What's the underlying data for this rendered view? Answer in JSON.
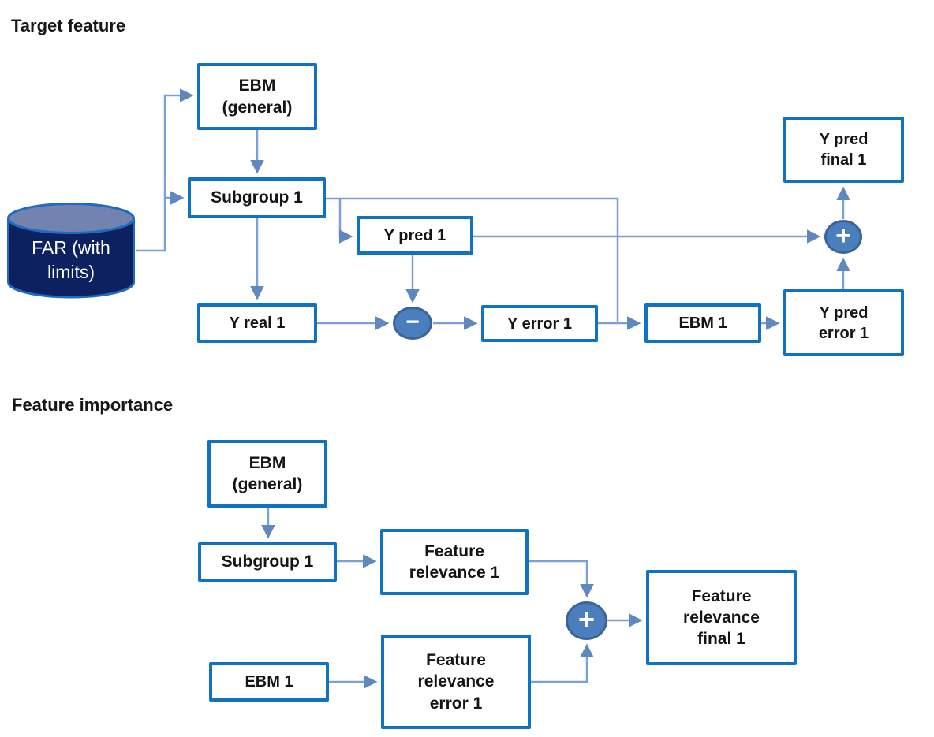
{
  "sections": {
    "target": {
      "title": "Target feature",
      "nodes": {
        "far": "FAR (with\nlimits)",
        "ebm_general": "EBM\n(general)",
        "subgroup": "Subgroup 1",
        "y_pred": "Y pred 1",
        "y_real": "Y real 1",
        "y_error": "Y error 1",
        "ebm1": "EBM 1",
        "y_pred_error": "Y pred\nerror 1",
        "y_pred_final": "Y pred\nfinal 1"
      },
      "operators": {
        "minus": "−",
        "plus": "+"
      }
    },
    "importance": {
      "title": "Feature importance",
      "nodes": {
        "ebm_general": "EBM\n(general)",
        "subgroup": "Subgroup 1",
        "ebm1": "EBM 1",
        "feature_relevance": "Feature\nrelevance 1",
        "feature_relevance_error": "Feature\nrelevance\nerror 1",
        "feature_relevance_final": "Feature\nrelevance\nfinal 1"
      },
      "operators": {
        "plus": "+"
      }
    }
  },
  "colors": {
    "box_border": "#0f72c2",
    "connector_line": "#7da0d2",
    "arrowhead": "#5f87c0",
    "operator_fill": "#4a7ebc",
    "operator_border": "#3a6599",
    "cylinder_body": "#0d2060",
    "cylinder_top": "#7183ae",
    "cylinder_border": "#1e6bc0",
    "text": "#141414",
    "background": "#ffffff"
  }
}
